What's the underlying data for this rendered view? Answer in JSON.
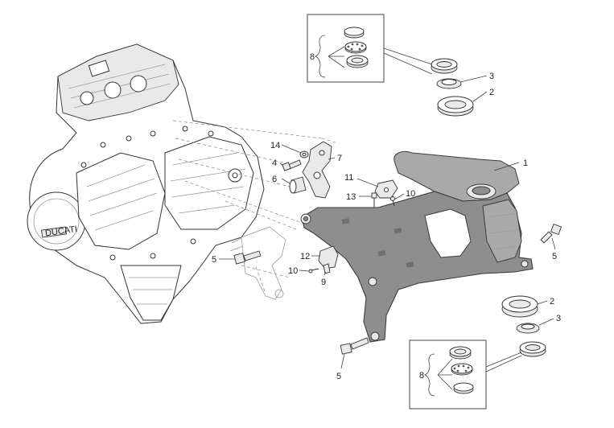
{
  "diagram": {
    "callouts": [
      {
        "id": "c1",
        "text": "1"
      },
      {
        "id": "c2a",
        "text": "2"
      },
      {
        "id": "c2b",
        "text": "2"
      },
      {
        "id": "c3a",
        "text": "3"
      },
      {
        "id": "c3b",
        "text": "3"
      },
      {
        "id": "c4",
        "text": "4"
      },
      {
        "id": "c5a",
        "text": "5"
      },
      {
        "id": "c5b",
        "text": "5"
      },
      {
        "id": "c5c",
        "text": "5"
      },
      {
        "id": "c6",
        "text": "6"
      },
      {
        "id": "c7",
        "text": "7"
      },
      {
        "id": "c8a",
        "text": "8"
      },
      {
        "id": "c8b",
        "text": "8"
      },
      {
        "id": "c9",
        "text": "9"
      },
      {
        "id": "c10a",
        "text": "10"
      },
      {
        "id": "c10b",
        "text": "10"
      },
      {
        "id": "c11",
        "text": "11"
      },
      {
        "id": "c12",
        "text": "12"
      },
      {
        "id": "c13",
        "text": "13"
      },
      {
        "id": "c14",
        "text": "14"
      }
    ],
    "engine_cover_marking": "DUCATI"
  }
}
